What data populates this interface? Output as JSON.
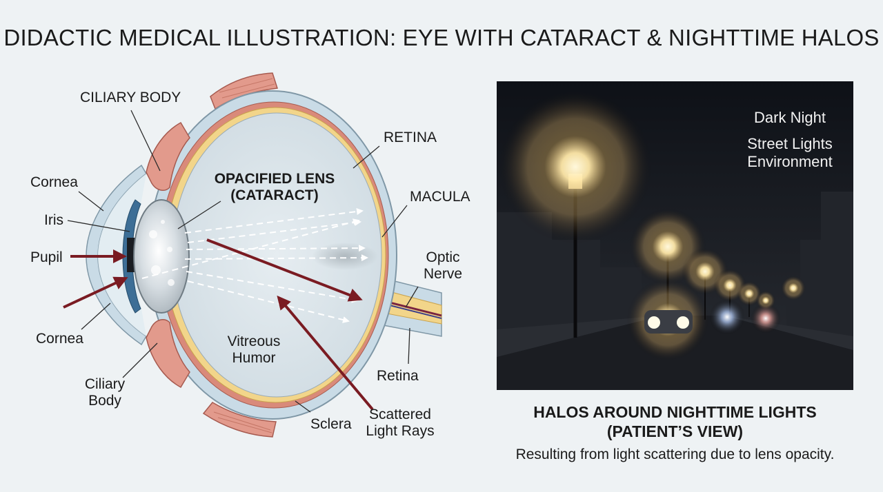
{
  "title": "DIDACTIC MEDICAL ILLUSTRATION: EYE WITH CATARACT & NIGHTTIME HALOS",
  "eye_labels": {
    "ciliary_body_top": "CILIARY BODY",
    "retina_top": "RETINA",
    "macula": "MACULA",
    "cornea_top": "Cornea",
    "iris": "Iris",
    "pupil": "Pupil",
    "cornea_bottom": "Cornea",
    "ciliary_body_bottom": [
      "Ciliary",
      "Body"
    ],
    "opacified_lens": [
      "OPACIFIED LENS",
      "(CATARACT)"
    ],
    "vitreous_humor": [
      "Vitreous",
      "Humor"
    ],
    "optic_nerve": [
      "Optic",
      "Nerve"
    ],
    "retina_bottom": "Retina",
    "sclera": "Sclera",
    "scattered_light_rays": [
      "Scattered",
      "Light Rays"
    ]
  },
  "night_scene": {
    "corner_text_1": "Dark Night",
    "corner_text_2": [
      "Street Lights",
      "Environment"
    ]
  },
  "caption": {
    "heading": [
      "HALOS AROUND NIGHTTIME LIGHTS",
      "(PATIENT’S VIEW)"
    ],
    "subtitle": "Resulting from light scattering due to lens opacity."
  },
  "colors": {
    "arrow": "#7a1b22",
    "sclera": "#c9dbe6",
    "choroid": "#d98a7a",
    "retina": "#f2d58a",
    "vitreous": "#dfe7ec",
    "muscle": "#e29a8c",
    "night_bg": "#15181f",
    "halo": "#ffd98a"
  }
}
